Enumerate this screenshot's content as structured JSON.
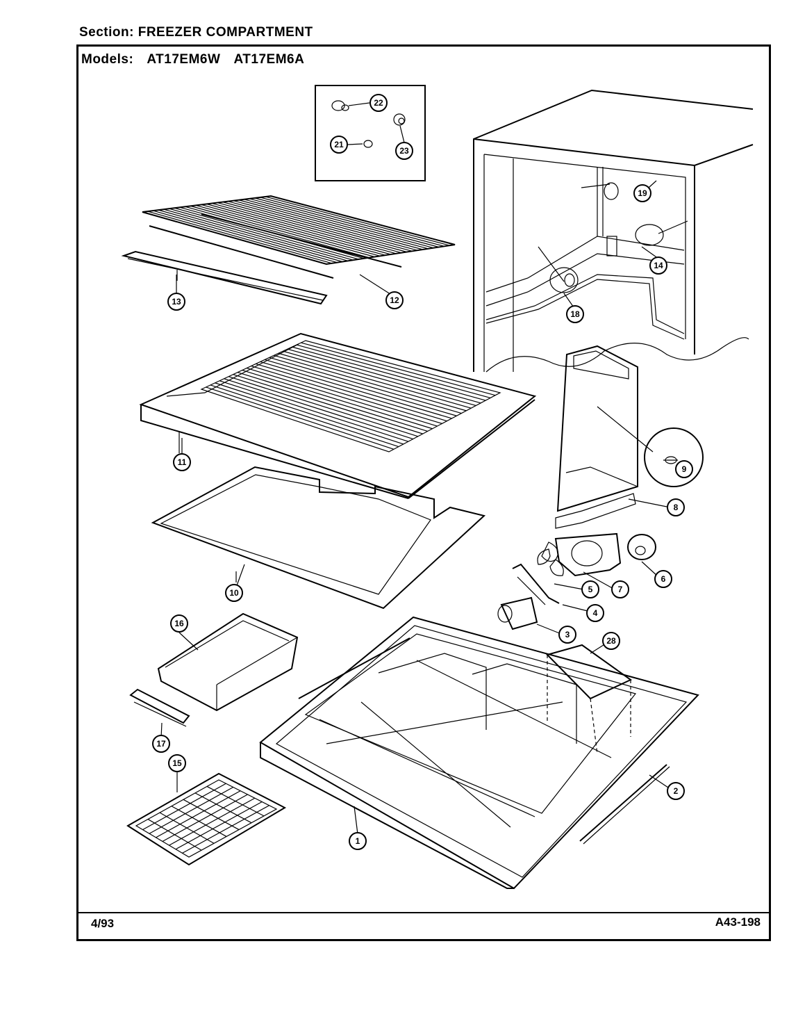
{
  "header": {
    "section_label": "Section:",
    "section_value": "FREEZER COMPARTMENT",
    "models_label": "Models:",
    "models": [
      "AT17EM6W",
      "AT17EM6A"
    ]
  },
  "footer": {
    "date": "4/93",
    "code": "A43-198"
  },
  "callouts": [
    "1",
    "2",
    "3",
    "4",
    "5",
    "6",
    "7",
    "8",
    "9",
    "10",
    "11",
    "12",
    "13",
    "14",
    "15",
    "16",
    "17",
    "18",
    "18",
    "19",
    "21",
    "22",
    "23",
    "28"
  ]
}
